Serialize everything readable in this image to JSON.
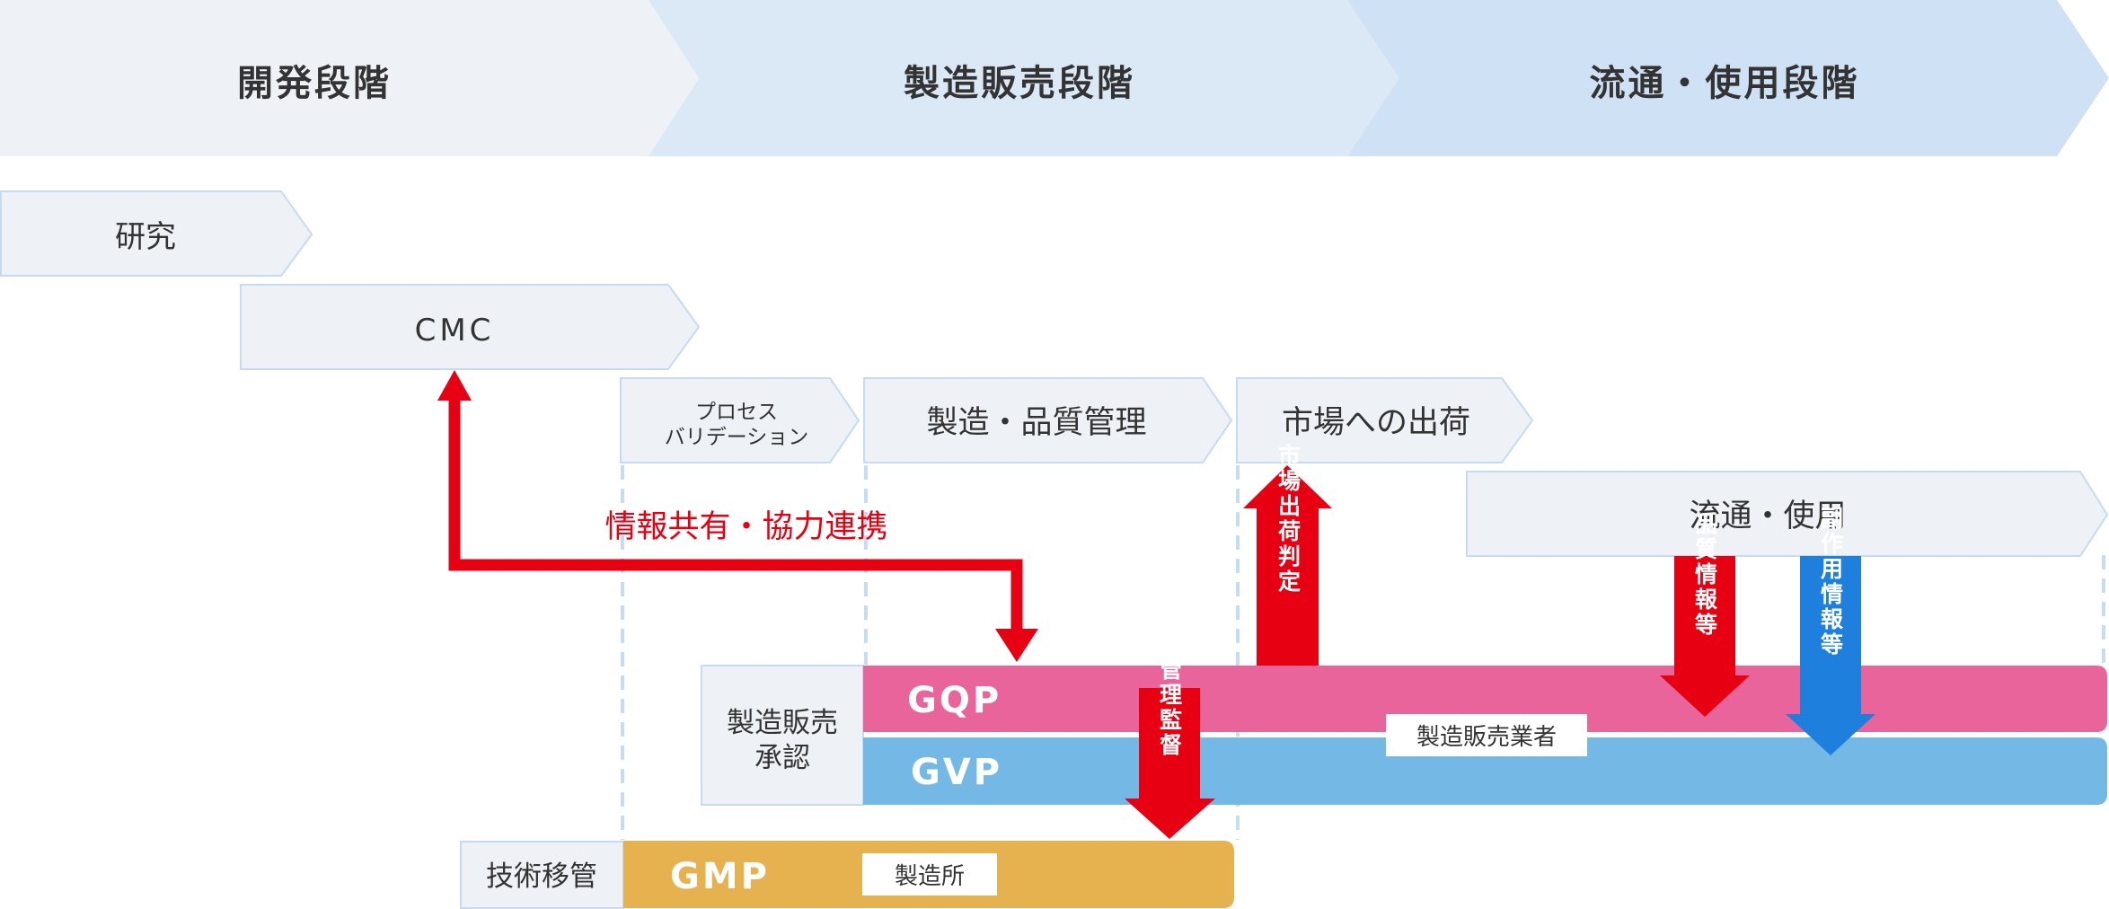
{
  "phases": [
    {
      "label": "開発段階"
    },
    {
      "label": "製造販売段階"
    },
    {
      "label": "流通・使用段階"
    }
  ],
  "boxes": {
    "research": "研究",
    "cmc": "CMC",
    "process_validation_line1": "プロセス",
    "process_validation_line2": "バリデーション",
    "manufacturing_qc": "製造・品質管理",
    "market_shipment": "市場への出荷",
    "distribution_use": "流通・使用",
    "approval_line1": "製造販売",
    "approval_line2": "承認",
    "tech_transfer": "技術移管"
  },
  "bands": {
    "gqp": "GQP",
    "gvp": "GVP",
    "gmp": "GMP",
    "mah_label": "製造販売業者",
    "site_label": "製造所"
  },
  "arrows": {
    "info_share": "情報共有・協力連携",
    "release_decision": "市場出荷判定",
    "supervision": "管理監督",
    "quality_info": "品質情報等",
    "adverse_info": "副作用情報等"
  },
  "colors": {
    "phase_dev": "#eef2f6",
    "phase_mfg": "#dbe8f6",
    "phase_dist": "#cfe1f4",
    "box_fill": "#eef2f6",
    "box_stroke": "#c7dbf0",
    "red": "#e60012",
    "blue": "#1e7fdc",
    "gqp": "#e8649a",
    "gvp": "#74b9e6",
    "gmp": "#e5b24f",
    "text": "#333333",
    "dash": "#c5dcf1"
  }
}
